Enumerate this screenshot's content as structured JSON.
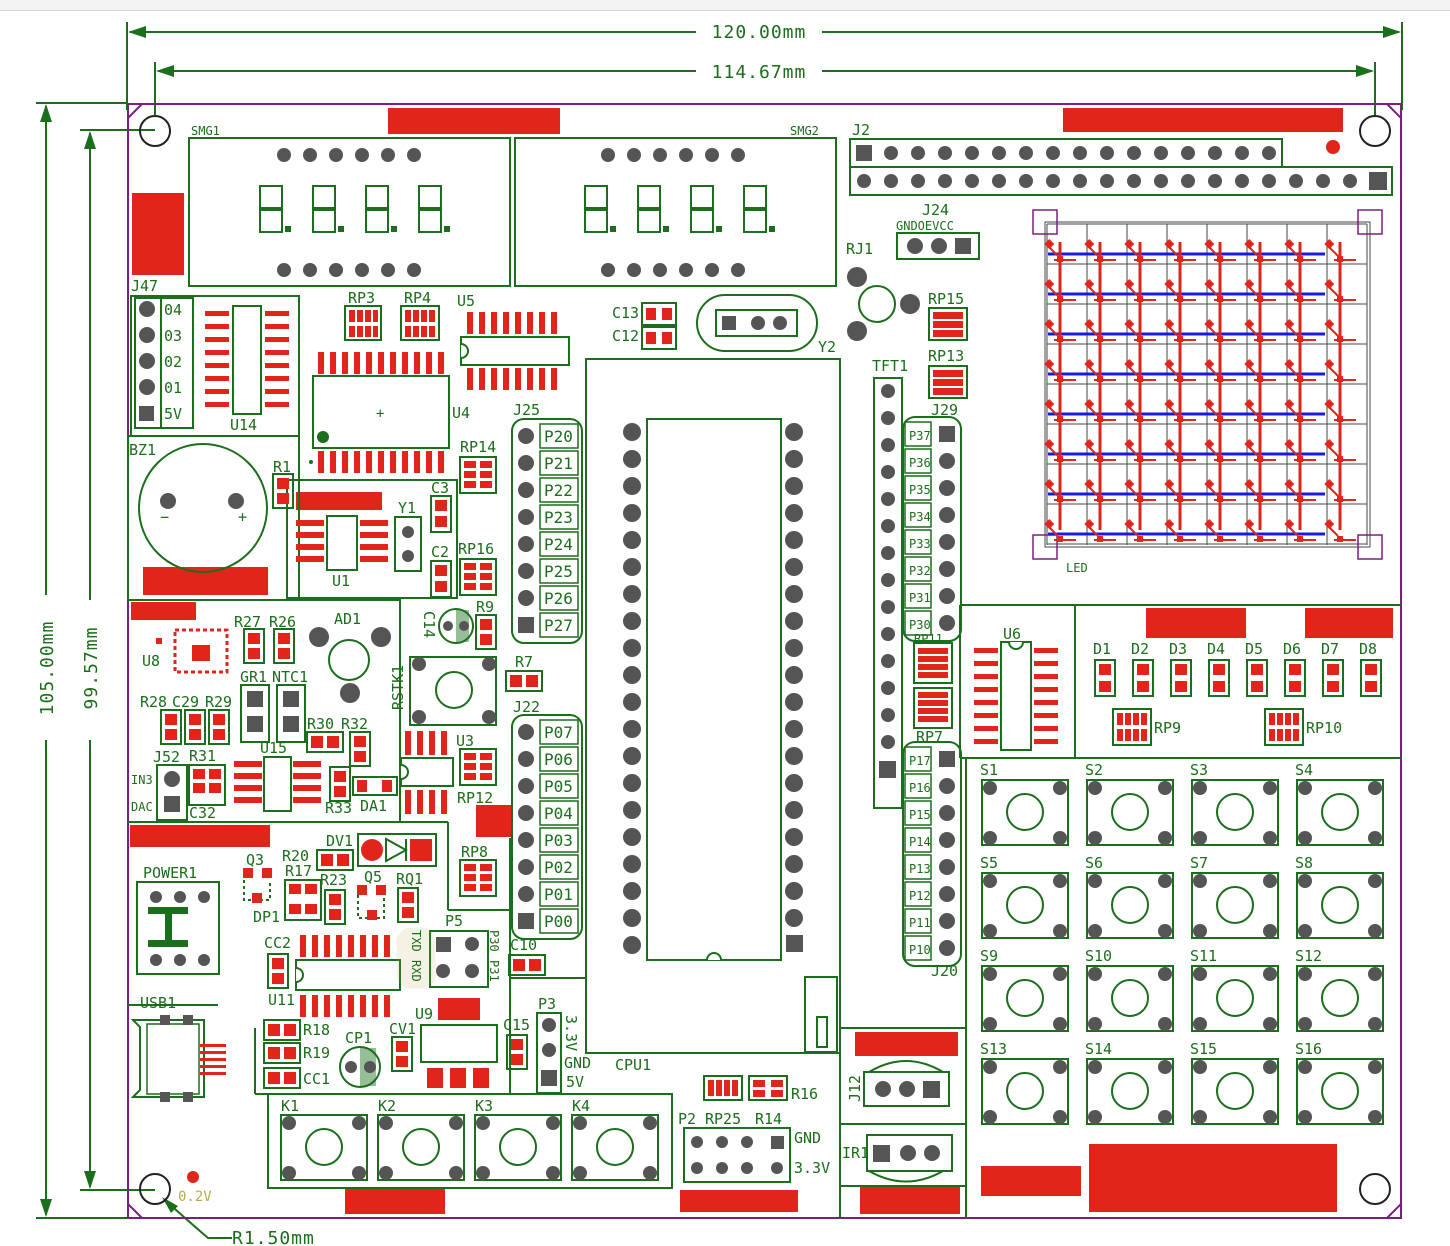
{
  "dimensions": {
    "width_top": "120.00mm",
    "width_inner": "114.67mm",
    "height_outer": "105.00mm",
    "height_inner": "99.57mm",
    "hole_radius": "R1.50mm",
    "annotation": "0.2V"
  },
  "colors": {
    "silkscreen": "#1b6e1b",
    "outline": "#7b1f7f",
    "pad": "#e1251b",
    "trace_blue": "#1a1ae6",
    "hole": "#555555"
  },
  "refs": {
    "smg1": "SMG1",
    "smg2": "SMG2",
    "j2": "J2",
    "j24": "J24",
    "j24_pins": "GNDOEVCC",
    "rj1": "RJ1",
    "rp15": "RP15",
    "rp13": "RP13",
    "tft1": "TFT1",
    "j29": "J29",
    "led": "LED",
    "j47": "J47",
    "u14": "U14",
    "rp3": "RP3",
    "rp4": "RP4",
    "u5": "U5",
    "u4": "U4",
    "c13": "C13",
    "c12": "C12",
    "y2": "Y2",
    "bz1": "BZ1",
    "r1": "R1",
    "y1": "Y1",
    "c3": "C3",
    "c2": "C2",
    "u1": "U1",
    "rp14": "RP14",
    "rp16": "RP16",
    "j25": "J25",
    "u8": "U8",
    "r27": "R27",
    "r26": "R26",
    "ad1": "AD1",
    "c14": "C14",
    "r9": "R9",
    "rstk1": "RSTK1",
    "r7": "R7",
    "gr1": "GR1",
    "ntc1": "NTC1",
    "r28": "R28",
    "c29": "C29",
    "r29": "R29",
    "r30": "R30",
    "r32": "R32",
    "j52": "J52",
    "in3": "IN3",
    "dac": "DAC",
    "r31": "R31",
    "c32": "C32",
    "u15": "U15",
    "r33": "R33",
    "da1": "DA1",
    "u3": "U3",
    "rp12": "RP12",
    "j22": "J22",
    "u6": "U6",
    "rp11": "RP11",
    "rp7": "RP7",
    "rp9": "RP9",
    "rp10": "RP10",
    "j20": "J20",
    "power1": "POWER1",
    "q3": "Q3",
    "r20": "R20",
    "dv1": "DV1",
    "r17": "R17",
    "r23": "R23",
    "q5": "Q5",
    "rq1": "RQ1",
    "dp1": "DP1",
    "rp8": "RP8",
    "cc2": "CC2",
    "u11": "U11",
    "p5": "P5",
    "txd": "TXD",
    "rxd": "RXD",
    "p30": "P30",
    "p31": "P31",
    "c10": "C10",
    "usb1": "USB1",
    "r18": "R18",
    "r19": "R19",
    "cc1": "CC1",
    "cp1": "CP1",
    "cv1": "CV1",
    "u9": "U9",
    "c15": "C15",
    "p3": "P3",
    "p3_33": "3.3V",
    "gnd": "GND",
    "v5": "5V",
    "cpu1": "CPU1",
    "j12": "J12",
    "ir1": "IR1",
    "p2": "P2",
    "rp25": "RP25",
    "r14": "R14",
    "r16": "R16",
    "p2_gnd": "GND",
    "p2_33": "3.3V"
  },
  "j47_labels": [
    "04",
    "03",
    "02",
    "01",
    "5V"
  ],
  "j25_labels": [
    "P20",
    "P21",
    "P22",
    "P23",
    "P24",
    "P25",
    "P26",
    "P27"
  ],
  "j22_labels": [
    "P07",
    "P06",
    "P05",
    "P04",
    "P03",
    "P02",
    "P01",
    "P00"
  ],
  "j29_labels": [
    "P37",
    "P36",
    "P35",
    "P34",
    "P33",
    "P32",
    "P31",
    "P30"
  ],
  "j20_labels": [
    "P17",
    "P16",
    "P15",
    "P14",
    "P13",
    "P12",
    "P11",
    "P10"
  ],
  "leds": [
    "D1",
    "D2",
    "D3",
    "D4",
    "D5",
    "D6",
    "D7",
    "D8"
  ],
  "keys": [
    "S1",
    "S2",
    "S3",
    "S4",
    "S5",
    "S6",
    "S7",
    "S8",
    "S9",
    "S10",
    "S11",
    "S12",
    "S13",
    "S14",
    "S15",
    "S16"
  ],
  "k_keys": [
    "K1",
    "K2",
    "K3",
    "K4"
  ],
  "digit_glyph": "8."
}
